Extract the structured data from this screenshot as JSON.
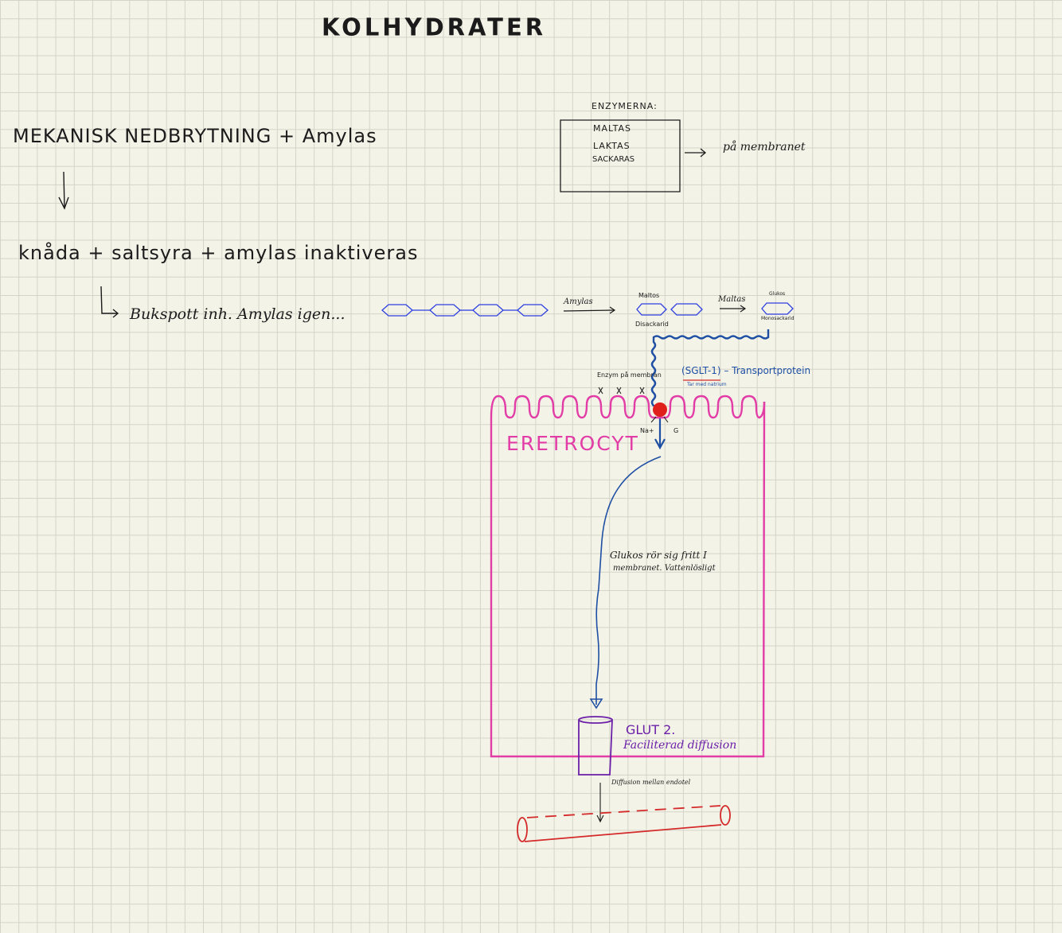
{
  "title": "KOLHYDRATER",
  "left_notes": {
    "line1": "MEKANISK NEDBRYTNING + Amylas",
    "line2": "knåda + saltsyra + amylas inaktiveras",
    "line3": "Bukspott inh. Amylas igen..."
  },
  "enzymes": {
    "heading": "ENZYMERNA:",
    "items": [
      "MALTAS",
      "LAKTAS",
      "SACKARAS"
    ],
    "arrow_note": "på membranet"
  },
  "chain": {
    "step1_label": "Amylas",
    "maltos_label": "Maltos",
    "disackarid_label": "Disackarid",
    "step2_label": "Maltas",
    "glukos_label": "Glukos",
    "monosackarid_label": "Monosackarid"
  },
  "cell": {
    "enzym_label": "Enzym på membran",
    "transporter_label": "(SGLT-1) – Transportprotein",
    "transporter_sub": "Tar med natrium",
    "na_label": "Na+",
    "g_label": "G",
    "name": "ERETROCYT",
    "glucose_note_1": "Glukos rör sig fritt I",
    "glucose_note_2": "membranet. Vattenlösligt",
    "glut_label": "GLUT 2.",
    "glut_sub": "Faciliterad diffusion",
    "diffusion_note": "Diffusion mellan endotel"
  },
  "colors": {
    "ink": "#1b1b1b",
    "blue": "#1e4fa3",
    "chain_blue": "#2d3fe0",
    "pink": "#e23ca6",
    "purple": "#6b1fa8",
    "red": "#e0201a",
    "vessel_red": "#d42a2a"
  }
}
